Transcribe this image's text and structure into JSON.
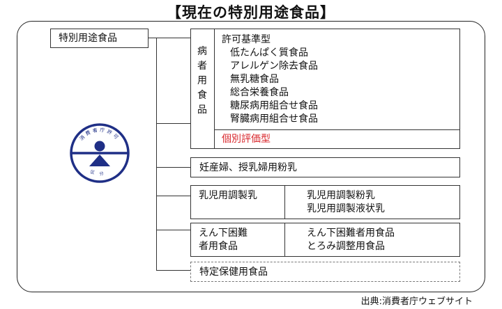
{
  "title": "【現在の特別用途食品】",
  "root": {
    "label": "特別用途食品"
  },
  "logo": {
    "arc_text_top": "消費者庁許可",
    "arc_text_bottom": "区分",
    "color": "#1f2f86"
  },
  "sick": {
    "vertical_label": [
      "病",
      "者",
      "用",
      "食",
      "品"
    ],
    "permit_standard_label": "許可基準型",
    "items": [
      "低たんぱく質食品",
      "アレルゲン除去食品",
      "無乳糖食品",
      "総合栄養食品",
      "糖尿病用組合せ食品",
      "腎臓病用組合せ食品"
    ],
    "individual_label": "個別評価型",
    "individual_color": "#d8262b"
  },
  "pregnant": {
    "label": "妊産婦、授乳婦用粉乳"
  },
  "infant": {
    "label": "乳児用調製乳",
    "items": [
      "乳児用調製粉乳",
      "乳児用調製液状乳"
    ]
  },
  "dysphagia": {
    "label_lines": [
      "えん下困難",
      "者用食品"
    ],
    "items": [
      "えん下困難者用食品",
      "とろみ調整用食品"
    ]
  },
  "health": {
    "label": "特定保健用食品"
  },
  "source": "出典:消費者庁ウェブサイト"
}
